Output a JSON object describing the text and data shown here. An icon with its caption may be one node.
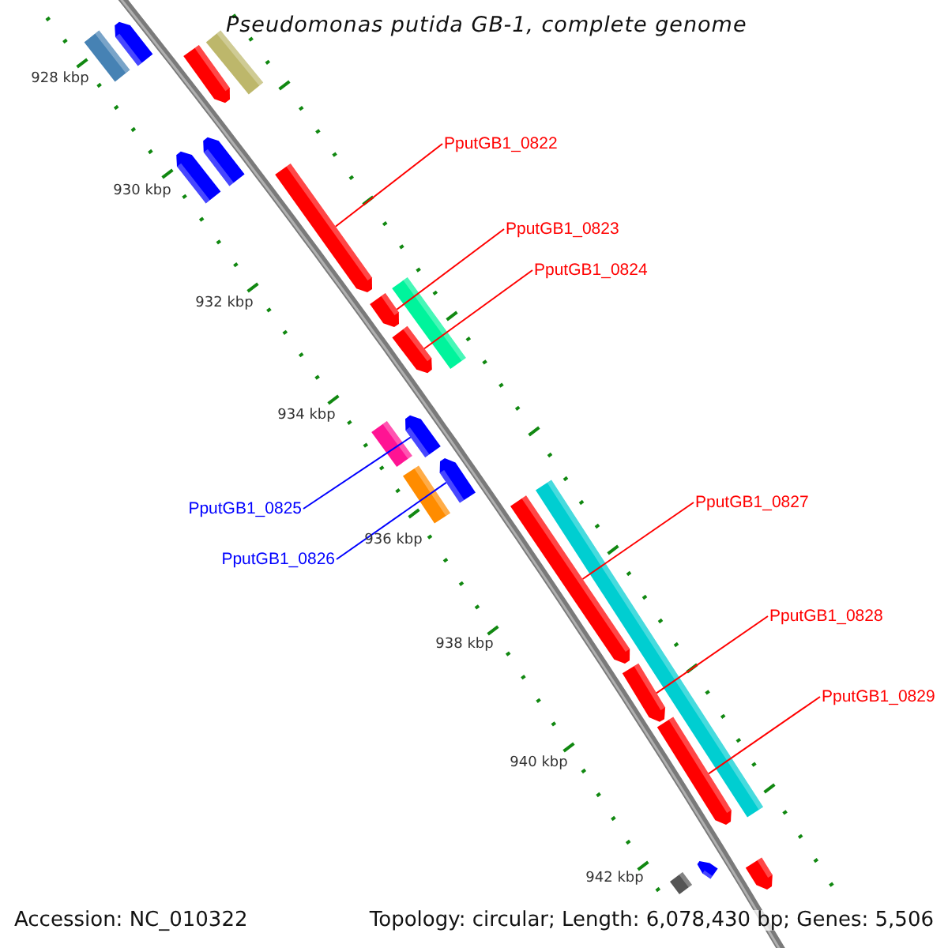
{
  "diagram": {
    "title": "Pseudomonas putida GB-1, complete genome",
    "nodes": [
      {
        "text": [
          "PputGB1_0822"
        ]
      },
      {
        "text": [
          "PputGB1_0823"
        ]
      },
      {
        "text": [
          "PputGB1_0824"
        ]
      },
      {
        "text": [
          "PputGB1_0825"
        ]
      },
      {
        "text": [
          "PputGB1_0826"
        ]
      },
      {
        "text": [
          "PputGB1_0827"
        ]
      },
      {
        "text": [
          "PputGB1_0828"
        ]
      },
      {
        "text": [
          "PputGB1_0829"
        ]
      },
      {
        "text": [],
        "shape": "arrow"
      },
      {
        "text": [],
        "shape": "bar"
      },
      {
        "text": [],
        "shape": "bar"
      },
      {
        "text": [],
        "shape": "arrow"
      },
      {
        "text": [],
        "shape": "arrow"
      },
      {
        "text": [],
        "shape": "arrow"
      },
      {
        "text": [],
        "shape": "arrow"
      },
      {
        "text": [],
        "shape": "bar"
      },
      {
        "text": [],
        "shape": "arrow"
      },
      {
        "text": [],
        "shape": "arrow"
      },
      {
        "text": [],
        "shape": "arrow"
      },
      {
        "text": [],
        "shape": "bar"
      },
      {
        "text": [],
        "shape": "arrow"
      },
      {
        "text": [],
        "shape": "bar"
      },
      {
        "text": [],
        "shape": "bar"
      },
      {
        "text": [],
        "shape": "arrow"
      },
      {
        "text": [],
        "shape": "arrow"
      },
      {
        "text": [],
        "shape": "arrow"
      },
      {
        "text": [],
        "shape": "arrow"
      },
      {
        "text": [],
        "shape": "arrow"
      },
      {
        "text": [],
        "shape": "bar"
      }
    ],
    "edges": [
      {
        "from": 0,
        "to": 14,
        "arrow": "none"
      },
      {
        "from": 1,
        "to": 16,
        "arrow": "none"
      },
      {
        "from": 2,
        "to": 17,
        "arrow": "none"
      },
      {
        "from": 3,
        "to": 18,
        "arrow": "none",
        "color": "#0000ff"
      },
      {
        "from": 4,
        "to": 20,
        "arrow": "none",
        "color": "#0000ff"
      },
      {
        "from": 5,
        "to": 23,
        "arrow": "none"
      },
      {
        "from": 6,
        "to": 24,
        "arrow": "none"
      },
      {
        "from": 7,
        "to": 25,
        "arrow": "none"
      }
    ],
    "labels": [
      "928 kbp",
      "930 kbp",
      "932 kbp",
      "934 kbp",
      "936 kbp",
      "938 kbp",
      "940 kbp",
      "942 kbp",
      "Accession: NC_010322",
      "Topology: circular; Length: 6,078,430 bp; Genes: 5,506"
    ]
  }
}
